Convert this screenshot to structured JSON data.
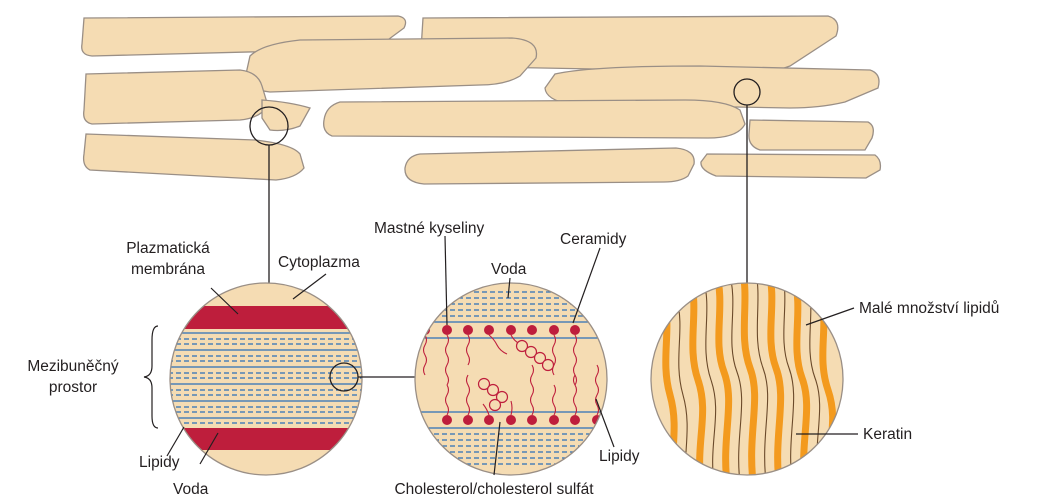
{
  "labels": {
    "plasma_membrane_line1": "Plazmatická",
    "plasma_membrane_line2": "membrána",
    "cytoplasm": "Cytoplazma",
    "intercellular_line1": "Mezibuněčný",
    "intercellular_line2": "prostor",
    "lipids_left": "Lipidy",
    "water_left": "Voda",
    "fatty_acids": "Mastné kyseliny",
    "ceramides": "Ceramidy",
    "water_middle": "Voda",
    "lipids_middle": "Lipidy",
    "cholesterol": "Cholesterol/cholesterol sulfát",
    "small_lipids": "Malé množství lipidů",
    "keratin": "Keratin"
  },
  "colors": {
    "cell_fill": "#f5dcb3",
    "cell_stroke": "#9a8f86",
    "membrane_red": "#be1e3c",
    "water_blue": "#2c6fb8",
    "keratin_orange": "#f39a1e",
    "line": "#231f20"
  }
}
